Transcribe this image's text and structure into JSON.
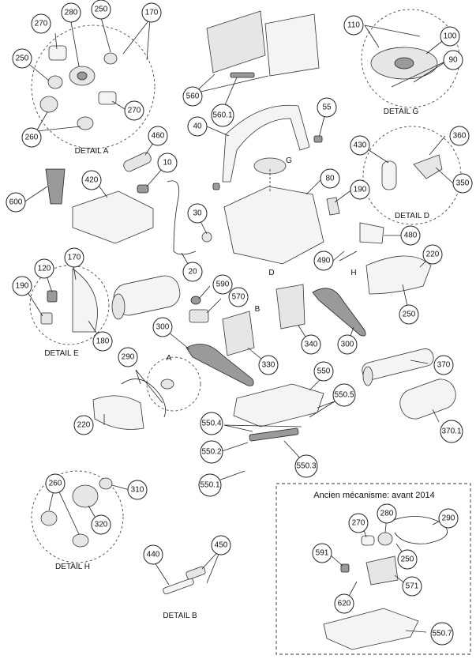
{
  "details": {
    "a": "DETAIL A",
    "g": "DETAIL G",
    "d": "DETAIL D",
    "e": "DETAIL E",
    "h": "DETAIL H",
    "b": "DETAIL B"
  },
  "marker_letters": {
    "a": "A",
    "b": "B",
    "d": "D",
    "g": "G",
    "h": "H"
  },
  "inset_title": "Ancien mécanisme: avant 2014",
  "callouts": {
    "c270a": "270",
    "c280a": "280",
    "c250a": "250",
    "c170a": "170",
    "c250b": "250",
    "c270b": "270",
    "c260a": "260",
    "c560": "560",
    "c560_1": "560.1",
    "c110": "110",
    "c100": "100",
    "c90": "90",
    "c55": "55",
    "c40": "40",
    "c460": "460",
    "c10": "10",
    "c420": "420",
    "c600": "600",
    "c80": "80",
    "c430": "430",
    "c360": "360",
    "c350": "350",
    "c190a": "190",
    "c30": "30",
    "c480": "480",
    "c490": "490",
    "c20": "20",
    "c120": "120",
    "c170b": "170",
    "c190b": "190",
    "c180": "180",
    "c590": "590",
    "c570": "570",
    "c220a": "220",
    "c250c": "250",
    "c340": "340",
    "c300a": "300",
    "c300b": "300",
    "c330": "330",
    "c370": "370",
    "c290a": "290",
    "c550": "550",
    "c550_5": "550.5",
    "c370_1": "370.1",
    "c220b": "220",
    "c550_4": "550.4",
    "c550_2": "550.2",
    "c550_3": "550.3",
    "c550_1": "550.1",
    "c260b": "260",
    "c310": "310",
    "c320": "320",
    "c440": "440",
    "c450": "450",
    "c280b": "280",
    "c270c": "270",
    "c290b": "290",
    "c591": "591",
    "c250d": "250",
    "c571": "571",
    "c620": "620",
    "c550_7": "550.7"
  }
}
